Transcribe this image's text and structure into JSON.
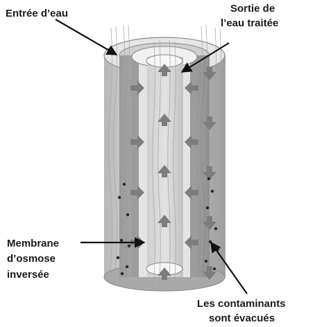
{
  "labels": {
    "water_inlet": "Entrée d’eau",
    "treated_outlet_line1": "Sortie de",
    "treated_outlet_line2": "l’eau traitée",
    "membrane_line1": "Membrane",
    "membrane_line2": "d’osmose",
    "membrane_line3": "inversée",
    "contaminants_line1": "Les contaminants",
    "contaminants_line2": "sont évacués"
  },
  "colors": {
    "outer_tube": "#c9c9c9",
    "outer_tube_dark": "#9e9e9e",
    "inner_tube": "#d9d9d9",
    "core": "#bdbdbd",
    "arrow": "#7d7d7d",
    "label": "#1a1a1a",
    "contaminant": "#2a2a2a"
  }
}
